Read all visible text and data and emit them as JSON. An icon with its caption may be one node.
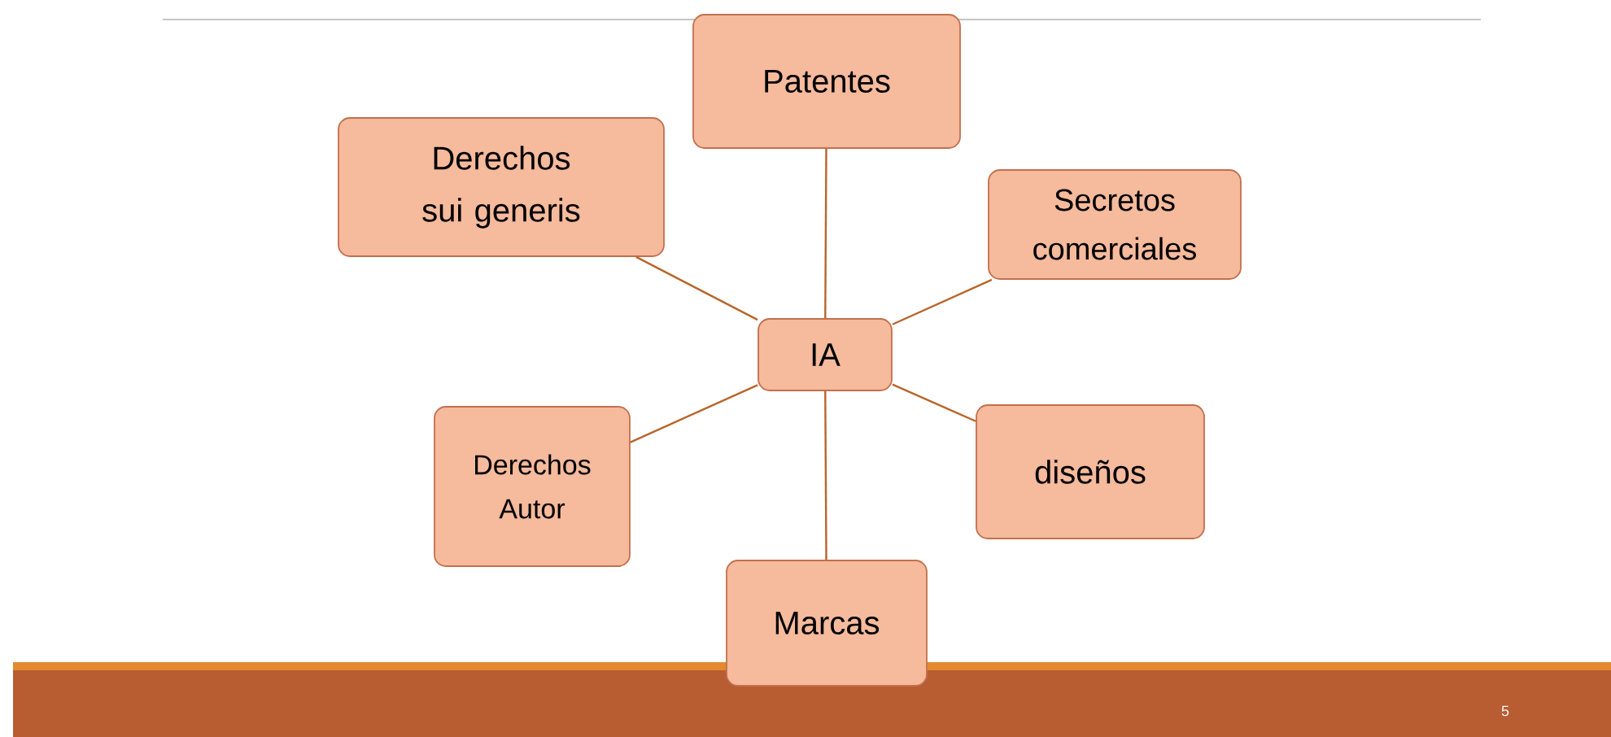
{
  "diagram": {
    "nodes": [
      {
        "text": [
          "Patentes"
        ]
      },
      {
        "text": [
          "Derechos sui generis"
        ]
      },
      {
        "text": [
          "Secretos comerciales"
        ]
      },
      {
        "text": [
          "IA"
        ]
      },
      {
        "text": [
          "Derechos Autor"
        ]
      },
      {
        "text": [
          "diseños"
        ]
      },
      {
        "text": [
          "Marcas"
        ]
      }
    ],
    "edges": [
      {
        "from": 3,
        "to": 0,
        "arrow": "none"
      },
      {
        "from": 3,
        "to": 1,
        "arrow": "none"
      },
      {
        "from": 3,
        "to": 2,
        "arrow": "none"
      },
      {
        "from": 3,
        "to": 4,
        "arrow": "none"
      },
      {
        "from": 3,
        "to": 5,
        "arrow": "none"
      },
      {
        "from": 3,
        "to": 6,
        "arrow": "none"
      }
    ],
    "labels": [
      "5"
    ]
  }
}
